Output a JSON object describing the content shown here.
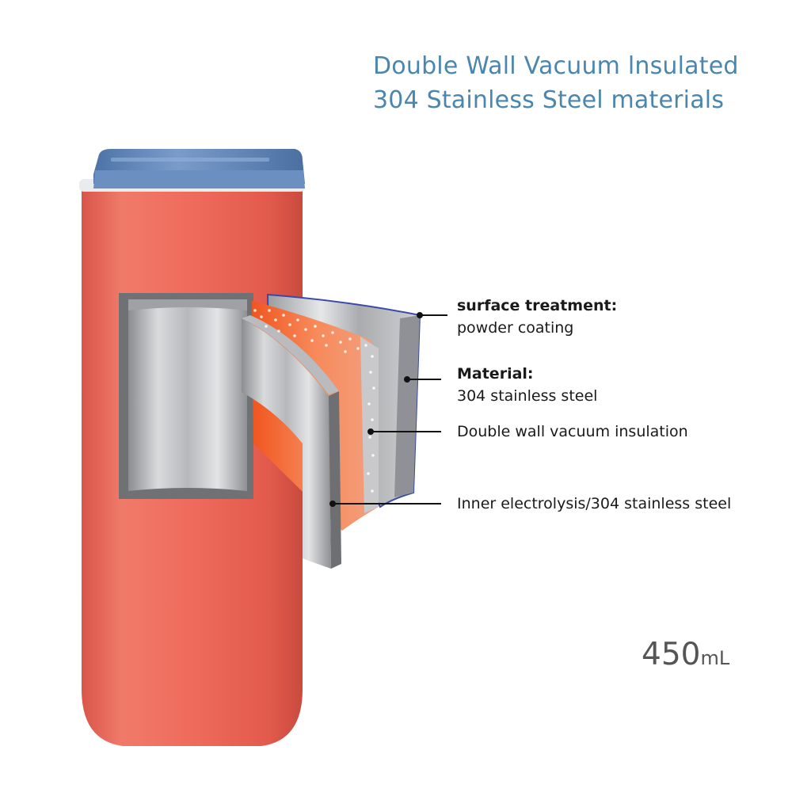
{
  "title": {
    "line1": "Double Wall Vacuum lnsulated",
    "line2": "304 Stainless Steel materials"
  },
  "labels": {
    "surface": {
      "heading": "surface treatment:",
      "text": "powder coating"
    },
    "material": {
      "heading": "Material:",
      "text": "304 stainless steel"
    },
    "vacuum": {
      "text": "Double wall vacuum insulation"
    },
    "inner": {
      "text": "Inner electrolysis/304 stainless steel"
    }
  },
  "capacity": {
    "value": "450",
    "unit": "mL"
  },
  "colors": {
    "body": "#ef6b5c",
    "lid": "#5f86b8",
    "steel": "#c4c6c9",
    "insulation": "#f06a2e",
    "title": "#4a86ad",
    "outline": "#3b4aa8"
  }
}
